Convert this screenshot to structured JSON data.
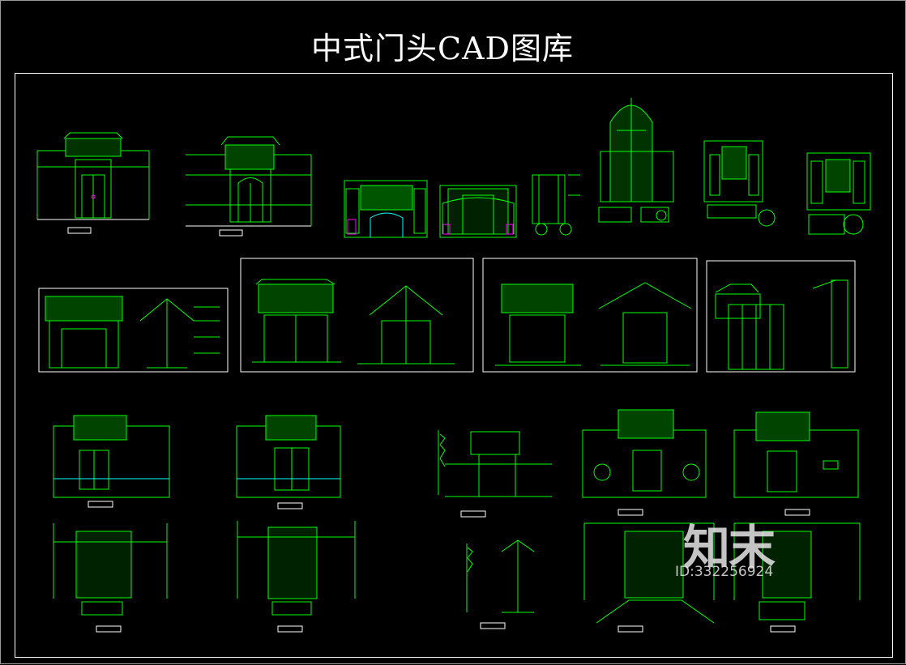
{
  "title": "中式门头CAD图库",
  "watermark": {
    "mark": "知末",
    "id": "ID:332256924"
  },
  "colors": {
    "background": "#000000",
    "line": "#00ff00",
    "accent_cyan": "#00ffff",
    "accent_magenta": "#ff00ff",
    "frame": "#ffffff"
  }
}
